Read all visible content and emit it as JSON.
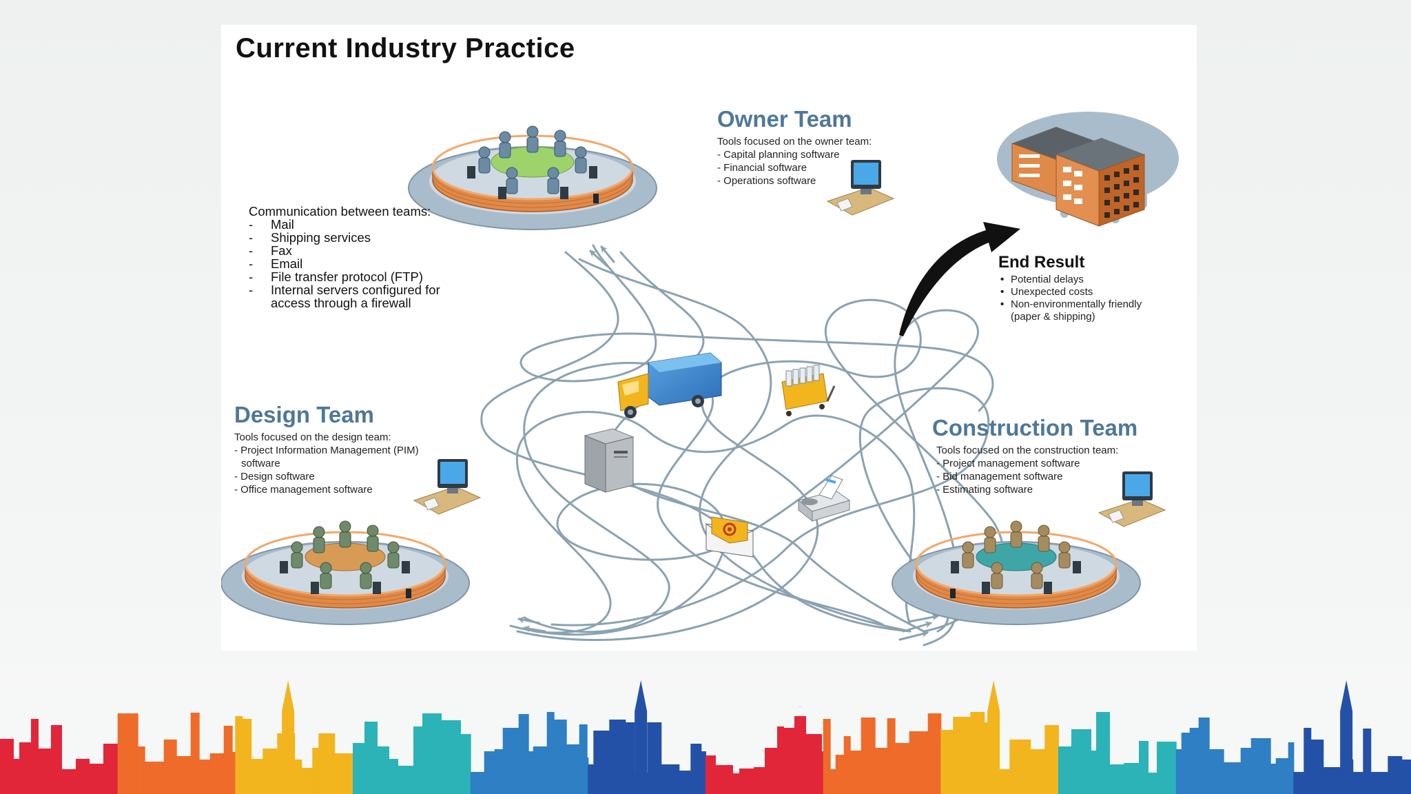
{
  "title": "Current Industry Practice",
  "communication": {
    "intro": "Communication between teams:",
    "items": [
      "Mail",
      "Shipping services",
      "Fax",
      "Email",
      "File transfer protocol (FTP)",
      "Internal servers configured for access through a firewall"
    ]
  },
  "owner_team": {
    "heading": "Owner Team",
    "intro": "Tools focused on the owner team:",
    "tools": [
      "Capital planning software",
      "Financial software",
      "Operations software"
    ]
  },
  "design_team": {
    "heading": "Design Team",
    "intro": "Tools focused on the design team:",
    "tools": [
      "Project Information Management (PIM) software",
      "Design software",
      "Office management software"
    ]
  },
  "construction_team": {
    "heading": "Construction Team",
    "intro": "Tools focused on the construction team:",
    "tools": [
      "Project management software",
      "Bid management software",
      "Estimating software"
    ]
  },
  "end_result": {
    "heading": "End Result",
    "items": [
      "Potential delays",
      "Unexpected costs",
      "Non-environmentally friendly (paper & shipping)"
    ]
  },
  "icons": [
    "meeting-platform-icon",
    "computer-workstation-icon",
    "delivery-truck-icon",
    "mail-cart-icon",
    "server-tower-icon",
    "fax-machine-icon",
    "email-envelope-icon",
    "building-icon",
    "curved-arrow-icon",
    "city-skyline-icon"
  ],
  "colors": {
    "heading_blue": "#4f7898",
    "brick": "#e08a4a",
    "platform": "#a9bccb",
    "connection_lines": "#8aa2b2",
    "skyline": [
      "#e2263a",
      "#ef6b2a",
      "#f2b51e",
      "#2bb3b8",
      "#2e7fc4",
      "#2451a8"
    ]
  }
}
